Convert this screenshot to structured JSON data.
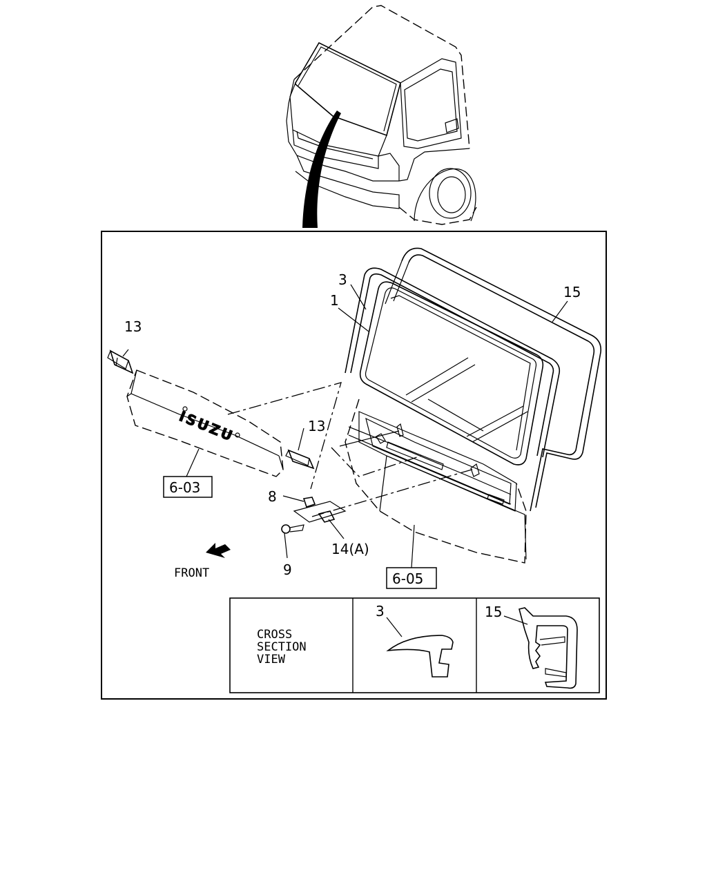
{
  "labels": {
    "part_1": "1",
    "part_3": "3",
    "part_15": "15",
    "part_13_left": "13",
    "part_13_right": "13",
    "part_8": "8",
    "part_9": "9",
    "part_14": "14(A)",
    "ref_603": "6-03",
    "ref_605": "6-05",
    "front": "FRONT",
    "grille_logo": "ISUZU"
  },
  "cross_section": {
    "title_lines": [
      "CROSS",
      "SECTION",
      "VIEW"
    ],
    "panel_3_label": "3",
    "panel_15_label": "15"
  },
  "icons": {
    "front_arrow": "front-direction-arrow"
  }
}
